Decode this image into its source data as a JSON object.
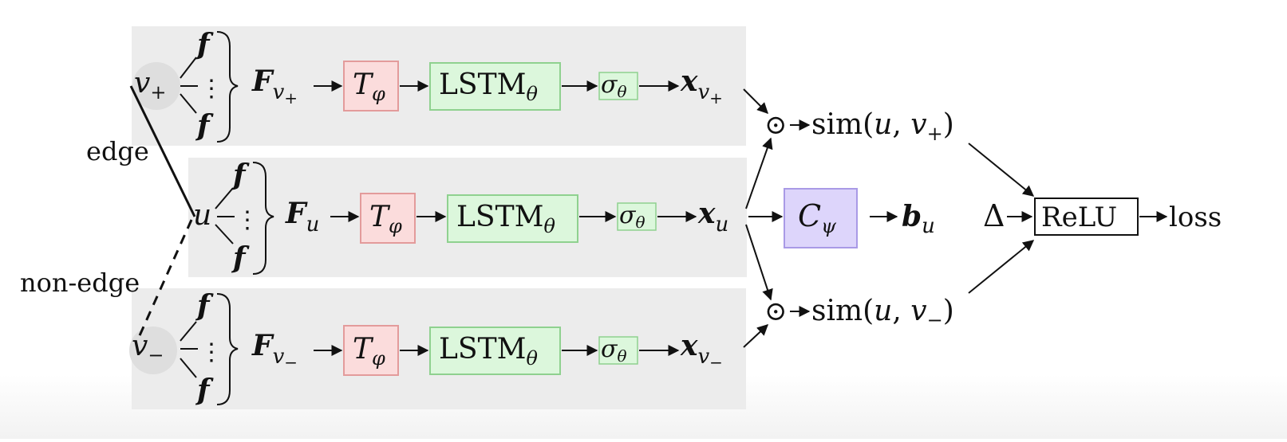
{
  "labels": {
    "edge": "edge",
    "non_edge": "non-edge",
    "loss": "loss",
    "relu": "ReLU",
    "delta": "Δ",
    "odot": "⊙"
  },
  "math": {
    "f": "f",
    "dots": "⋮",
    "F": "F",
    "T": "T",
    "phi": "φ",
    "lstm": "LSTM",
    "theta": "θ",
    "sigma": "σ",
    "x": "x",
    "C": "C",
    "psi": "ψ",
    "b": "b",
    "sim": "sim",
    "sim_plus_args": "(u, v",
    "sim_minus_args": "(u, v",
    "plus": "+",
    "minus": "−",
    "close": ")"
  },
  "nodes": {
    "v_plus": "v",
    "u": "u",
    "v_minus": "v",
    "plus_sub": "+",
    "minus_sub": "−"
  },
  "colors": {
    "panel": "#ececec",
    "t_box_fill": "#fbdcdc",
    "t_box_stroke": "#e39b9b",
    "lstm_fill": "#dcf7dc",
    "lstm_stroke": "#8fd18f",
    "c_fill": "#ddd5fb",
    "c_stroke": "#a99ae6",
    "node_disc": "#dedede"
  }
}
